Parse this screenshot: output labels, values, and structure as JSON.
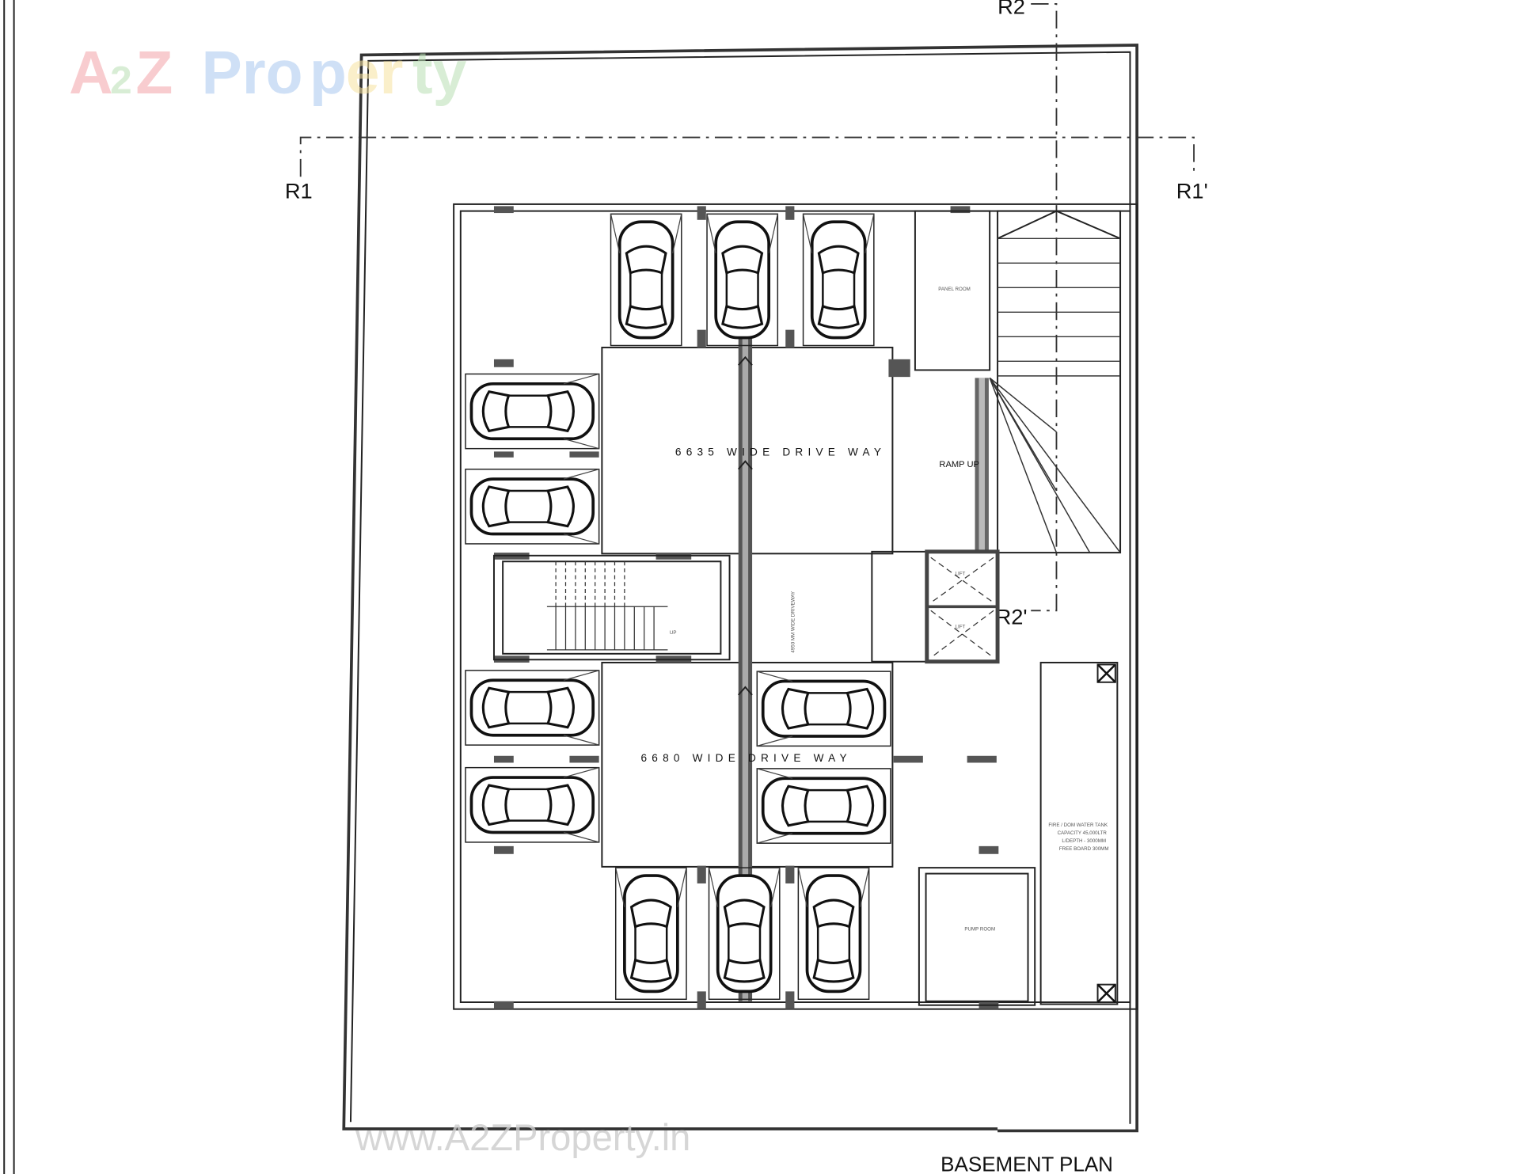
{
  "watermark": {
    "logo_text": "A2Z Property",
    "url_text": "www.A2ZProperty.in"
  },
  "plan": {
    "title": "BASEMENT PLAN",
    "section_marks": {
      "r1": "R1",
      "r1_prime": "R1'",
      "r2": "R2",
      "r2_prime": "R2'"
    },
    "driveway_top": "6635 WIDE DRIVE WAY",
    "driveway_bottom": "6680 WIDE DRIVE WAY",
    "driveway_center": "4950 MM WIDE DRIVEWAY",
    "ramp": "RAMP UP",
    "panel_room": "PANEL ROOM",
    "pump_room": "PUMP ROOM",
    "lift": "LIFT",
    "stair_up": "UP",
    "water_tank": [
      "FIRE / DOM WATER TANK",
      "CAPACITY 45,000LTR",
      "L/DEPTH - 3000MM",
      "FREE BOARD 300MM"
    ]
  },
  "colors": {
    "line": "#222222",
    "wall": "#555555",
    "logo_red": "#f4a3a8",
    "logo_green": "#b9e0b4",
    "logo_blue": "#a9c8f0",
    "logo_yellow": "#f7e3a0"
  }
}
